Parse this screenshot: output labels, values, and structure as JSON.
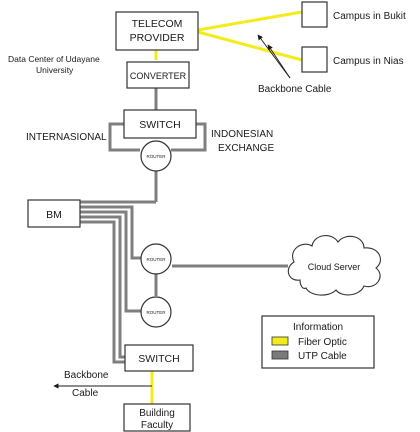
{
  "nodes": {
    "telecom": {
      "line1": "TELECOM",
      "line2": "PROVIDER"
    },
    "campus_bukit": "Campus in Bukit",
    "campus_nias": "Campus in Nias",
    "data_center": {
      "line1": "Data Center of Udayane",
      "line2": "University"
    },
    "converter": "CONVERTER",
    "switch_top": "SWITCH",
    "internasional": "INTERNASIONAL",
    "indonesian_exchange": {
      "line1": "INDONESIAN",
      "line2": "EXCHANGE"
    },
    "router_label": "ROUTER",
    "bm": "BM",
    "cloud_server": "Cloud Server",
    "switch_bottom": "SWITCH",
    "backbone_top": "Backbone Cable",
    "backbone_bottom": {
      "line1": "Backbone",
      "line2": "Cable"
    },
    "building": {
      "line1": "Building",
      "line2": "Faculty"
    }
  },
  "legend": {
    "title": "Information",
    "items": [
      {
        "label": "Fiber Optic",
        "color": "#f2ec1a"
      },
      {
        "label": "UTP Cable",
        "color": "#7a7a7a"
      }
    ]
  }
}
